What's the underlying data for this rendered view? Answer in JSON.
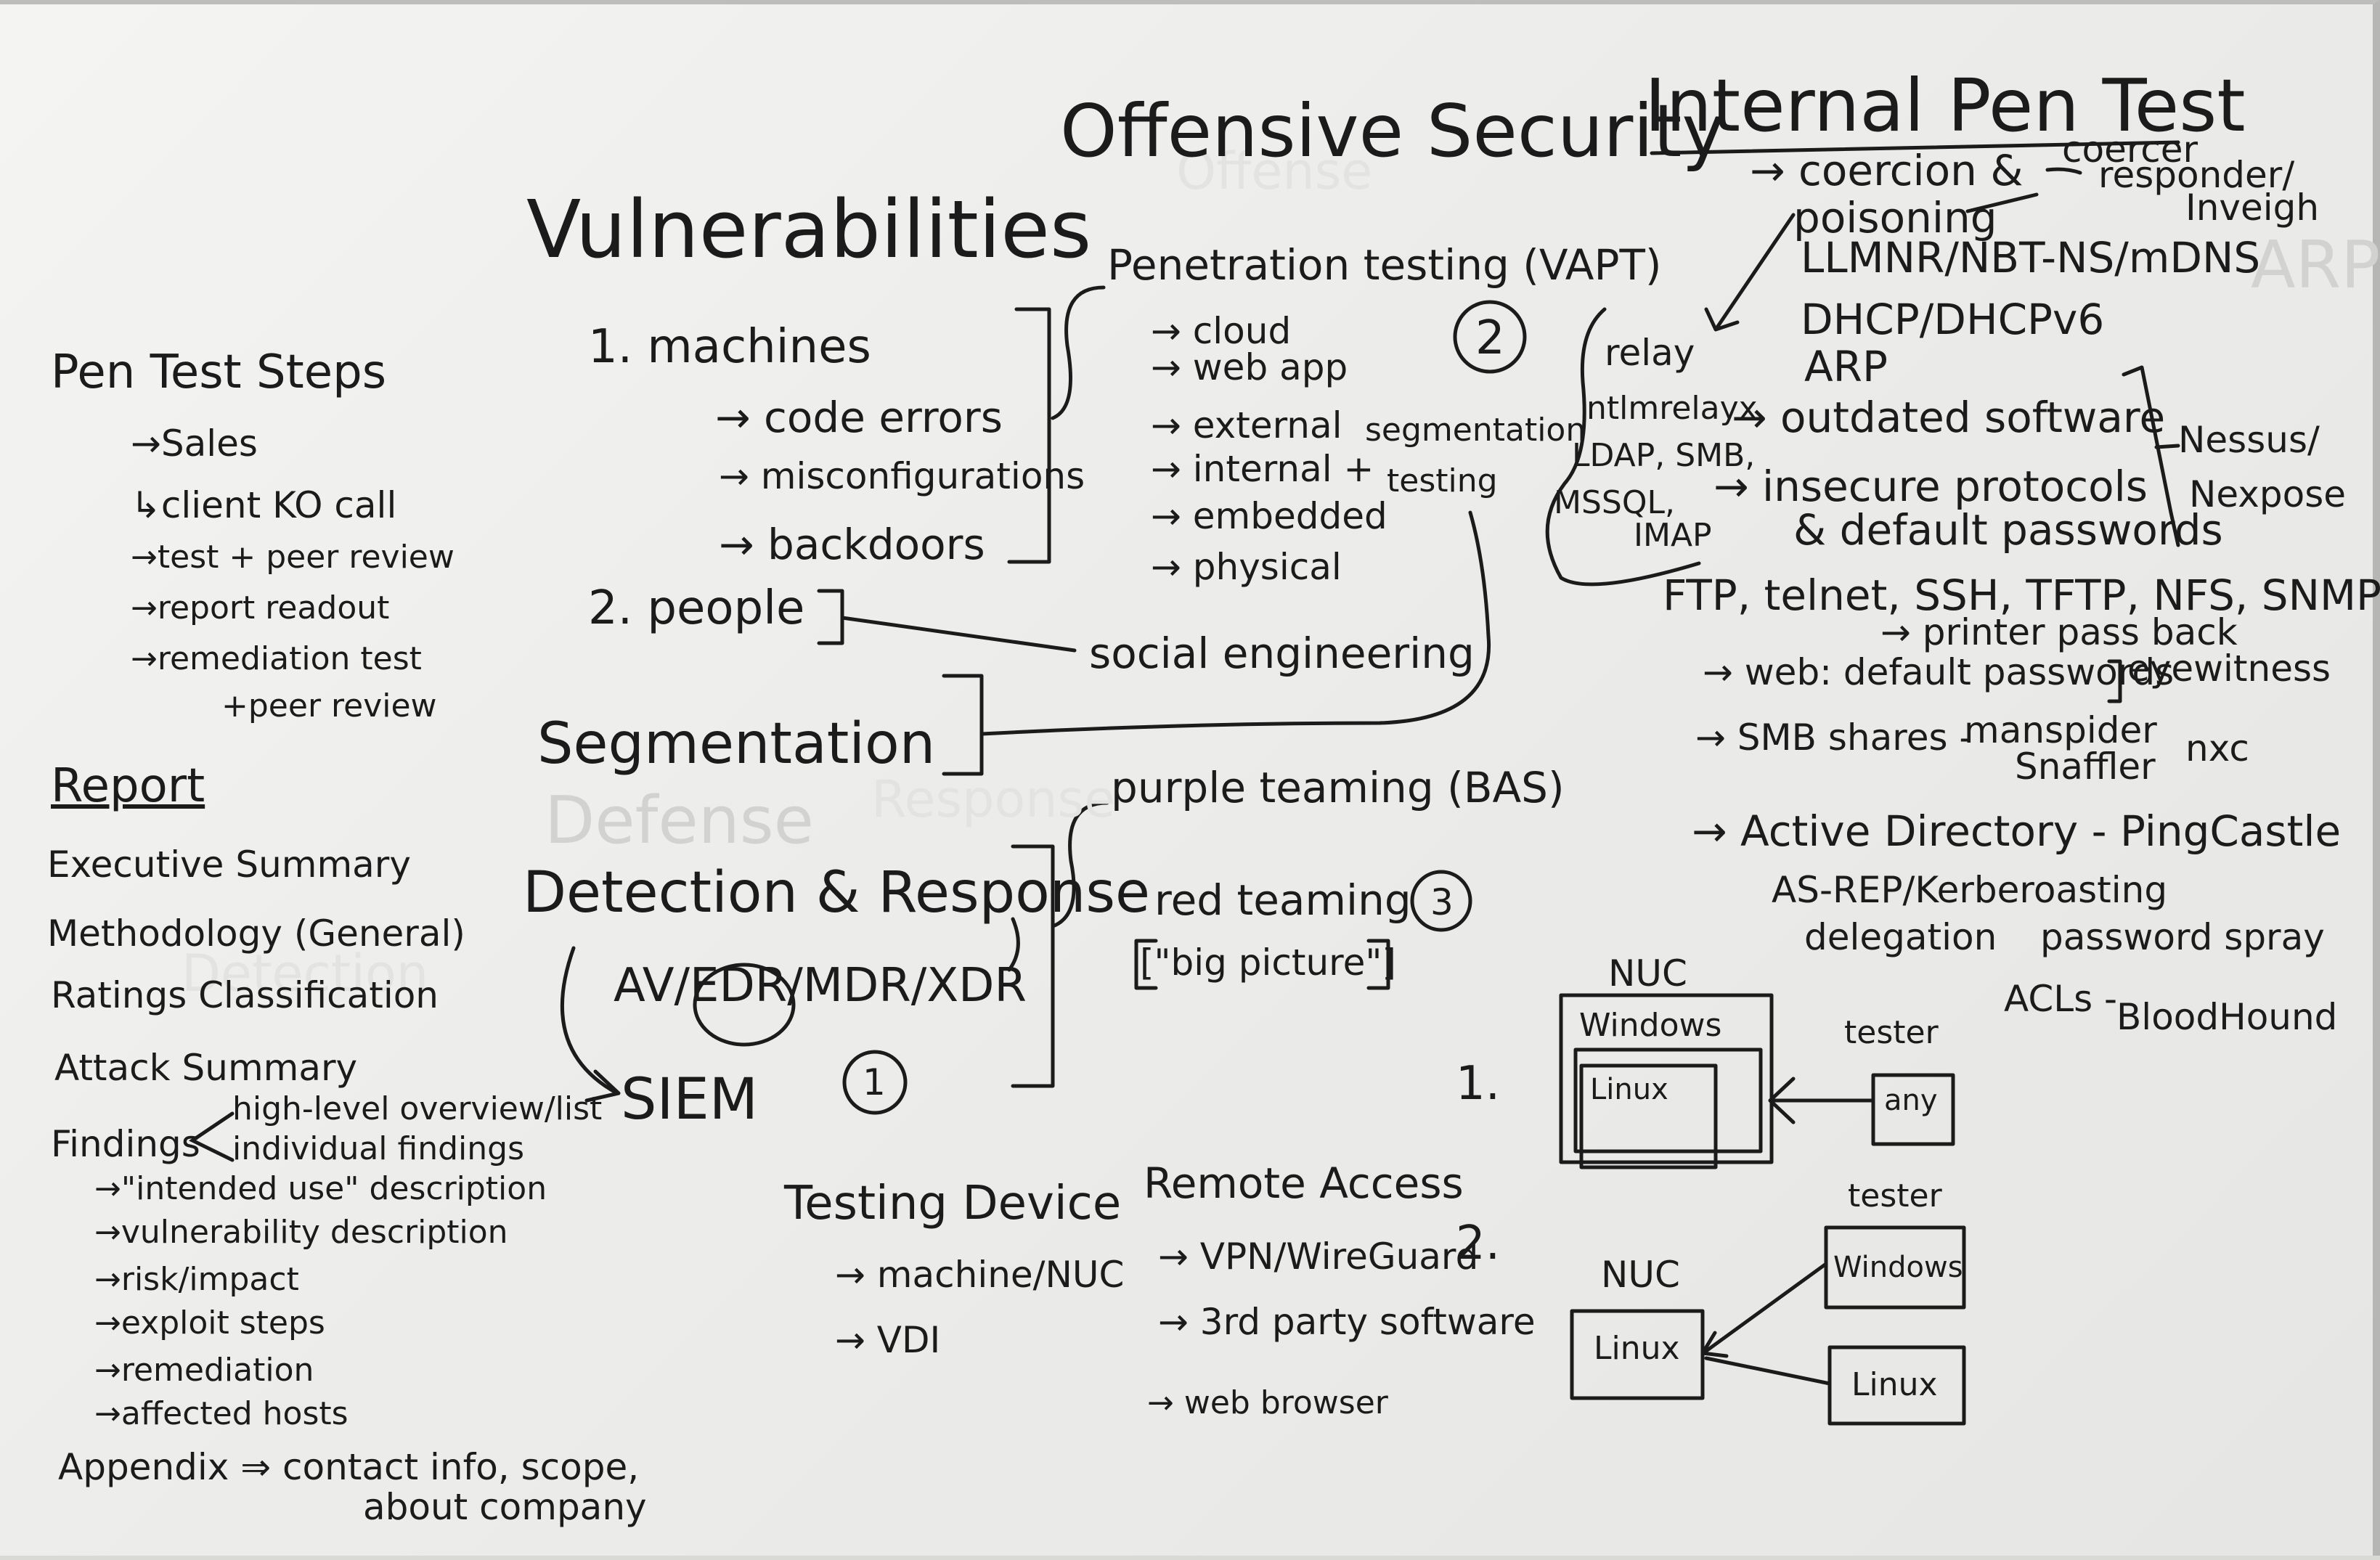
{
  "header": {
    "offensive": "Offensive Security",
    "internal": "Internal Pen Test",
    "vulnerabilities": "Vulnerabilities"
  },
  "steps": {
    "title": "Pen Test Steps",
    "items": [
      "→Sales",
      "↳client KO call",
      "→test + peer review",
      "→report readout",
      "→remediation test",
      "+peer review"
    ]
  },
  "report": {
    "title": "Report",
    "items": [
      "Executive Summary",
      "Methodology (General)",
      "Ratings Classification",
      "Attack Summary"
    ],
    "findings": "Findings",
    "findings_sub": [
      "high-level overview/list",
      "individual findings"
    ],
    "finding_items": [
      "→\"intended use\" description",
      "→vulnerability description",
      "→risk/impact",
      "→exploit steps",
      "→remediation",
      "→affected hosts"
    ],
    "appendix": "Appendix ⇒ contact info, scope,",
    "appendix2": "about company"
  },
  "vuln": {
    "machines": "1. machines",
    "machine_items": [
      "→ code errors",
      "→ misconfigurations",
      "→ backdoors"
    ],
    "people": "2. people",
    "segmentation": "Segmentation",
    "detection": "Detection & Response",
    "tools": "AV/EDR/MDR/XDR",
    "siem": "SIEM",
    "circle1": "1"
  },
  "pentest": {
    "title": "Penetration testing (VAPT)",
    "circle": "2",
    "types": [
      "→ cloud",
      "→ web app",
      "→ external",
      "→ internal +",
      "→ embedded",
      "→ physical"
    ],
    "segtest": [
      "segmentation",
      "testing"
    ],
    "social": "social engineering"
  },
  "purple": {
    "title": "purple teaming (BAS)",
    "red": "red teaming",
    "circle": "3",
    "big": "[\"big picture\"]"
  },
  "device": {
    "title": "Testing Device",
    "items": [
      "→ machine/NUC",
      "→ VDI"
    ]
  },
  "remote": {
    "title": "Remote Access",
    "items": [
      "→ VPN/WireGuard",
      "→ 3rd party software",
      "→ web browser"
    ]
  },
  "internal": {
    "coercion": "→ coercion &",
    "poisoning": "poisoning",
    "coercer": "coercer",
    "responder": "responder/",
    "inveigh": "Inveigh",
    "llmnr": "LLMNR/NBT-NS/mDNS",
    "dhcp": "DHCP/DHCPv6",
    "arp": "ARP",
    "relay": "relay",
    "ntlmrelayx": "ntlmrelayx",
    "relay_targets": [
      "LDAP, SMB,",
      "MSSQL,",
      "IMAP"
    ],
    "outdated": "→ outdated software",
    "insecure": "→ insecure protocols",
    "default_pw": "& default passwords",
    "nessus": "Nessus/",
    "nexpose": "Nexpose",
    "protocols": "FTP, telnet, SSH, TFTP, NFS, SNMP",
    "printer": "→ printer pass back",
    "web": "→ web: default passwords",
    "eyewitness": "eyewitness",
    "smb": "→ SMB shares -",
    "manspider": "manspider",
    "snaffler": "Snaffler",
    "nxc": "nxc",
    "ad": "→ Active Directory - PingCastle",
    "asrep": "AS-REP/Kerberoasting",
    "delegation": "delegation",
    "spray": "password spray",
    "acls": "ACLs -",
    "bloodhound": "BloodHound"
  },
  "diagram": {
    "num1": "1.",
    "num2": "2.",
    "nuc": "NUC",
    "windows": "Windows",
    "linux": "Linux",
    "tester": "tester",
    "any": "any"
  },
  "ghosts": [
    "ARP",
    "Offense",
    "Defense",
    "Response",
    "Detection"
  ]
}
